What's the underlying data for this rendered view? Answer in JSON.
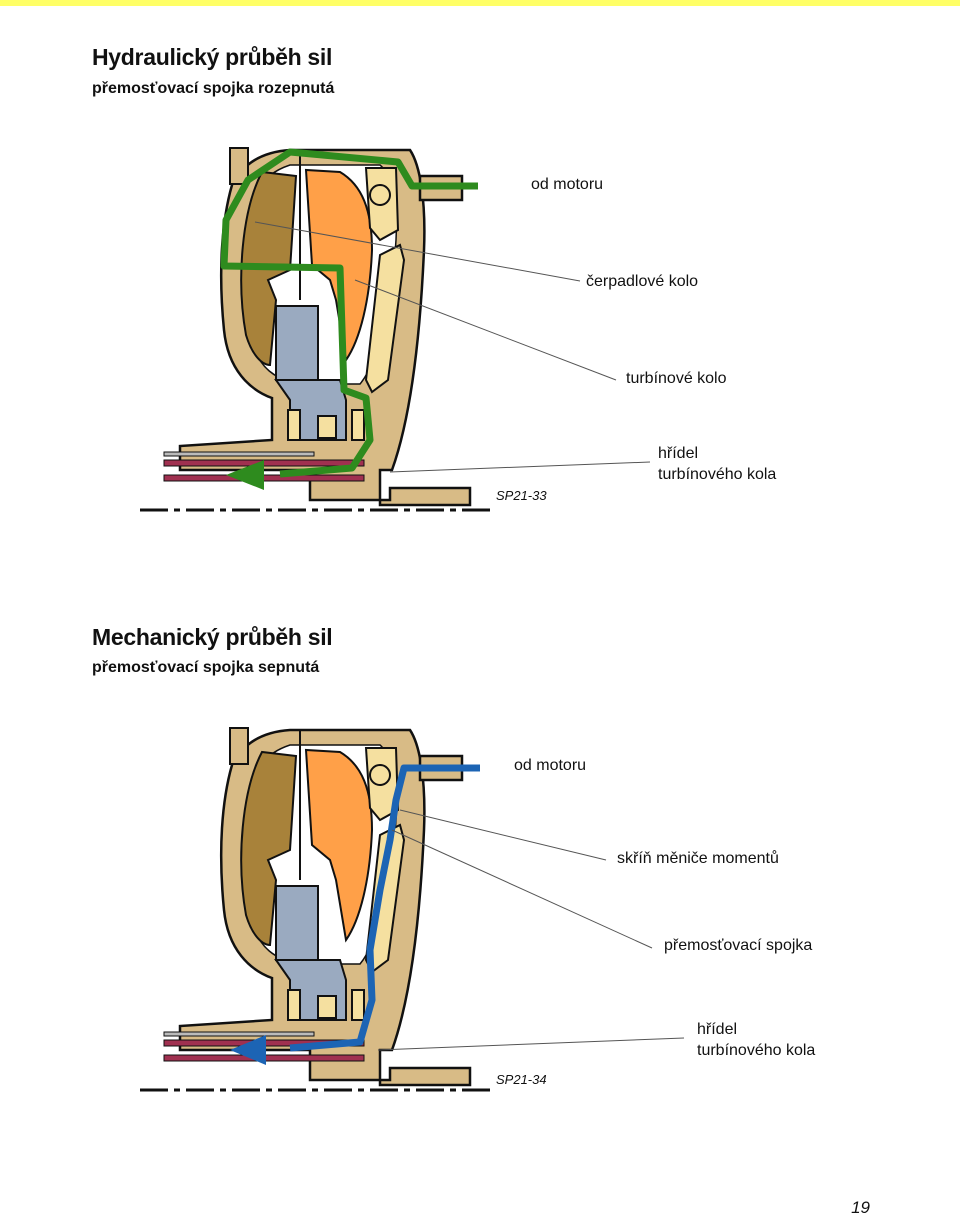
{
  "section1": {
    "title": "Hydraulický průběh sil",
    "subtitle": "přemosťovací spojka rozepnutá",
    "labels": {
      "from_engine": "od motoru",
      "pump": "čerpadlové kolo",
      "turbine": "turbínové kolo",
      "shaft_line1": "hřídel",
      "shaft_line2": "turbínového kola"
    },
    "code": "SP21-33",
    "flow_color": "#2e8b1e"
  },
  "section2": {
    "title": "Mechanický průběh sil",
    "subtitle": "přemosťovací spojka sepnutá",
    "labels": {
      "from_engine": "od motoru",
      "housing": "skříň měniče momentů",
      "clutch": "přemosťovací spojka",
      "shaft_line1": "hřídel",
      "shaft_line2": "turbínového kola"
    },
    "code": "SP21-34",
    "flow_color": "#1c64b4"
  },
  "page_number": "19",
  "colors": {
    "top_bar": "#ffff66",
    "housing": "#d8bb86",
    "pump": "#a8823a",
    "turbine": "#ffa048",
    "stator": "#9aaac0",
    "clutch_plate": "#f5e0a0",
    "shaft_stripe": "#a03050"
  }
}
